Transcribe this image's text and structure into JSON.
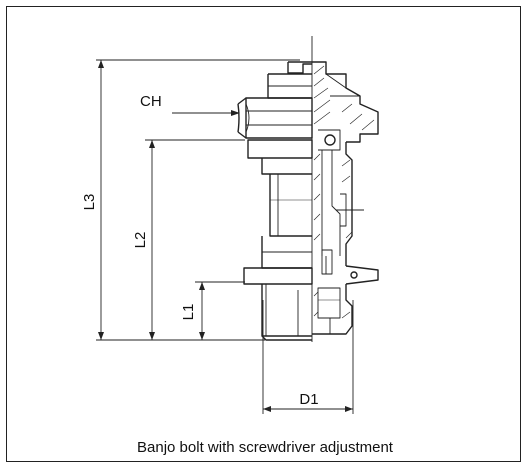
{
  "caption": "Banjo bolt with screwdriver adjustment",
  "labels": {
    "ch": "CH",
    "l3": "L3",
    "l2": "L2",
    "l1": "L1",
    "d1": "D1"
  }
}
